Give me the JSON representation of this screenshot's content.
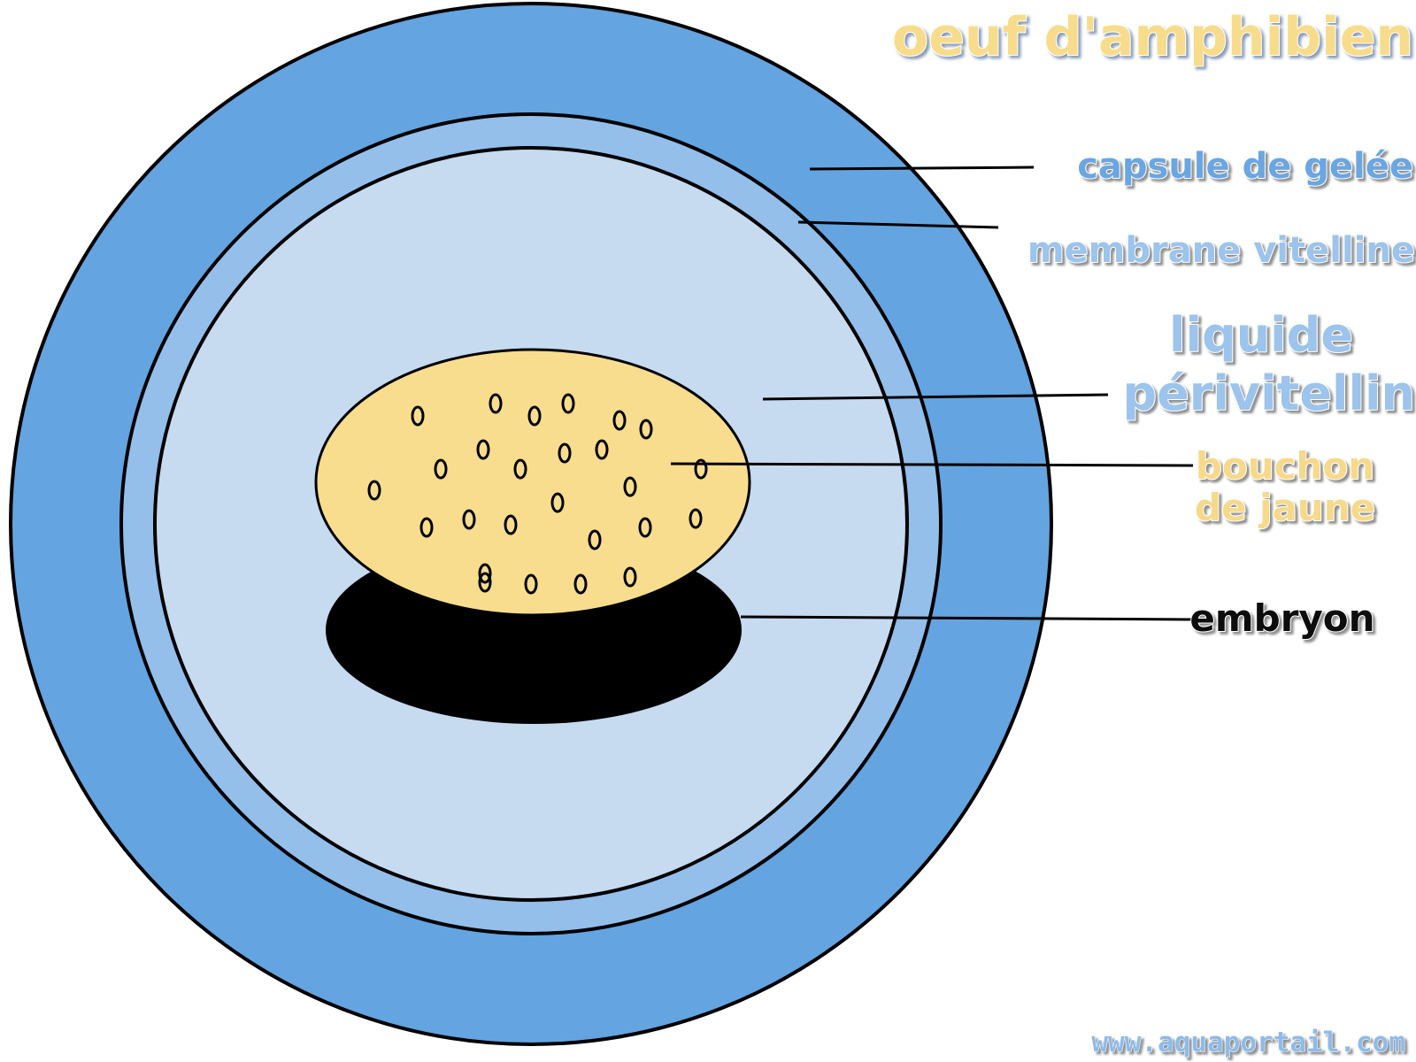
{
  "title": "oeuf d'amphibien",
  "labels": {
    "capsule": "capsule de gelée",
    "membrane": "membrane vitelline",
    "liquide_line1": "liquide",
    "liquide_line2": "périvitellin",
    "bouchon_line1": "bouchon",
    "bouchon_line2": "de jaune",
    "embryon": "embryon"
  },
  "watermark": "www.aquaportail.com",
  "colors": {
    "jelly_capsule": "#64a4e0",
    "vitelline_membrane": "#93bfea",
    "perivitelline_fluid": "#c6daf0",
    "yolk_plug": "#f8dd8e",
    "embryo": "#000000",
    "title_text": "#f7dc8c"
  }
}
